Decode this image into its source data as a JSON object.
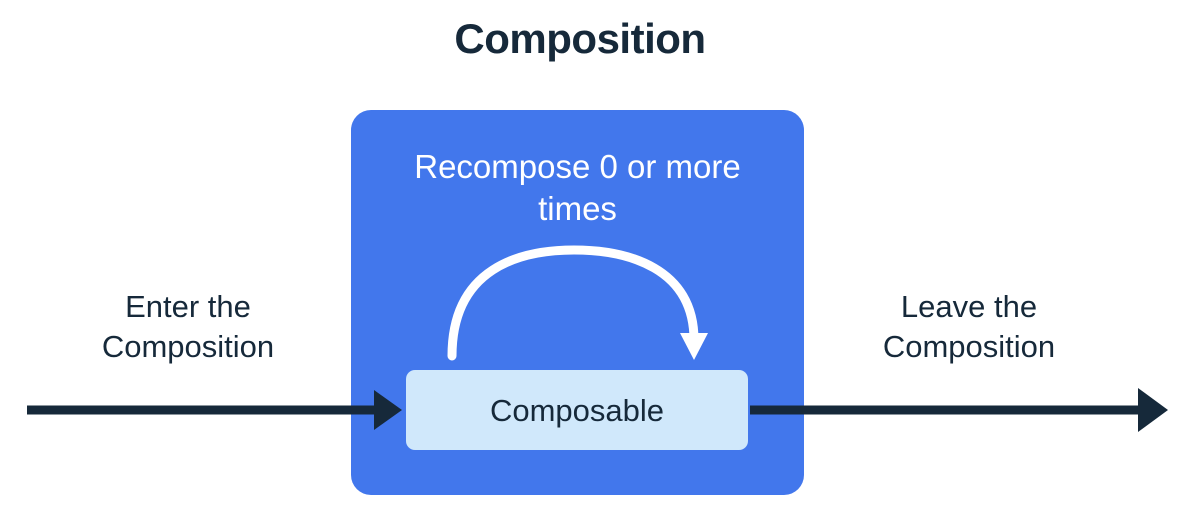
{
  "diagram": {
    "title": "Composition",
    "background_color": "#ffffff",
    "text_color": "#16293a",
    "composition_box": {
      "label": "Recompose 0 or more times",
      "fill_color": "#4277ec"
    },
    "composable_box": {
      "label": "Composable",
      "fill_color": "#d0e8fb",
      "text_color": "#16293a"
    },
    "recompose_arrow": {
      "icon": "curved-loop-arrow-icon",
      "color": "#ffffff"
    },
    "enter_flow": {
      "label": "Enter the Composition",
      "arrow_icon": "arrow-right-icon",
      "arrow_color": "#16293a"
    },
    "leave_flow": {
      "label": "Leave the Composition",
      "arrow_icon": "arrow-right-icon",
      "arrow_color": "#16293a"
    }
  }
}
